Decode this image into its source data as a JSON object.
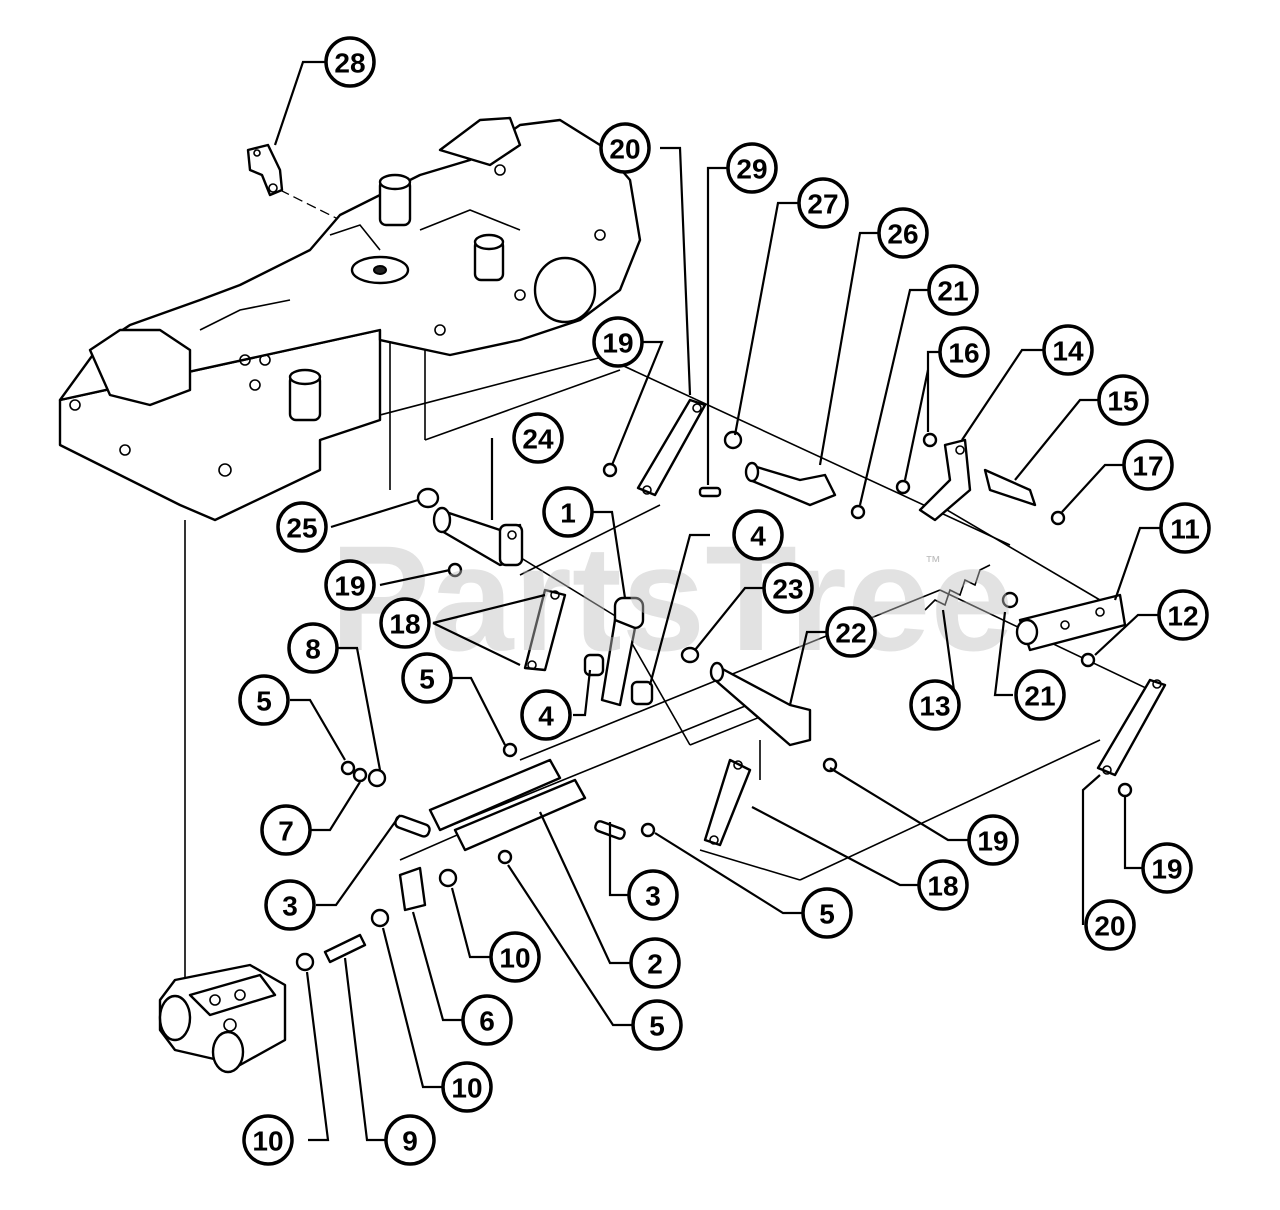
{
  "watermark": {
    "text": "PartsTree",
    "trademark": "™"
  },
  "callouts": [
    {
      "label": "28"
    },
    {
      "label": "20"
    },
    {
      "label": "29"
    },
    {
      "label": "27"
    },
    {
      "label": "26"
    },
    {
      "label": "21"
    },
    {
      "label": "19"
    },
    {
      "label": "16"
    },
    {
      "label": "14"
    },
    {
      "label": "15"
    },
    {
      "label": "17"
    },
    {
      "label": "24"
    },
    {
      "label": "1"
    },
    {
      "label": "4"
    },
    {
      "label": "23"
    },
    {
      "label": "25"
    },
    {
      "label": "19"
    },
    {
      "label": "18"
    },
    {
      "label": "22"
    },
    {
      "label": "11"
    },
    {
      "label": "12"
    },
    {
      "label": "13"
    },
    {
      "label": "21"
    },
    {
      "label": "8"
    },
    {
      "label": "5"
    },
    {
      "label": "5"
    },
    {
      "label": "4"
    },
    {
      "label": "7"
    },
    {
      "label": "3"
    },
    {
      "label": "3"
    },
    {
      "label": "5"
    },
    {
      "label": "19"
    },
    {
      "label": "18"
    },
    {
      "label": "19"
    },
    {
      "label": "20"
    },
    {
      "label": "10"
    },
    {
      "label": "2"
    },
    {
      "label": "6"
    },
    {
      "label": "5"
    },
    {
      "label": "10"
    },
    {
      "label": "10"
    },
    {
      "label": "9"
    }
  ]
}
